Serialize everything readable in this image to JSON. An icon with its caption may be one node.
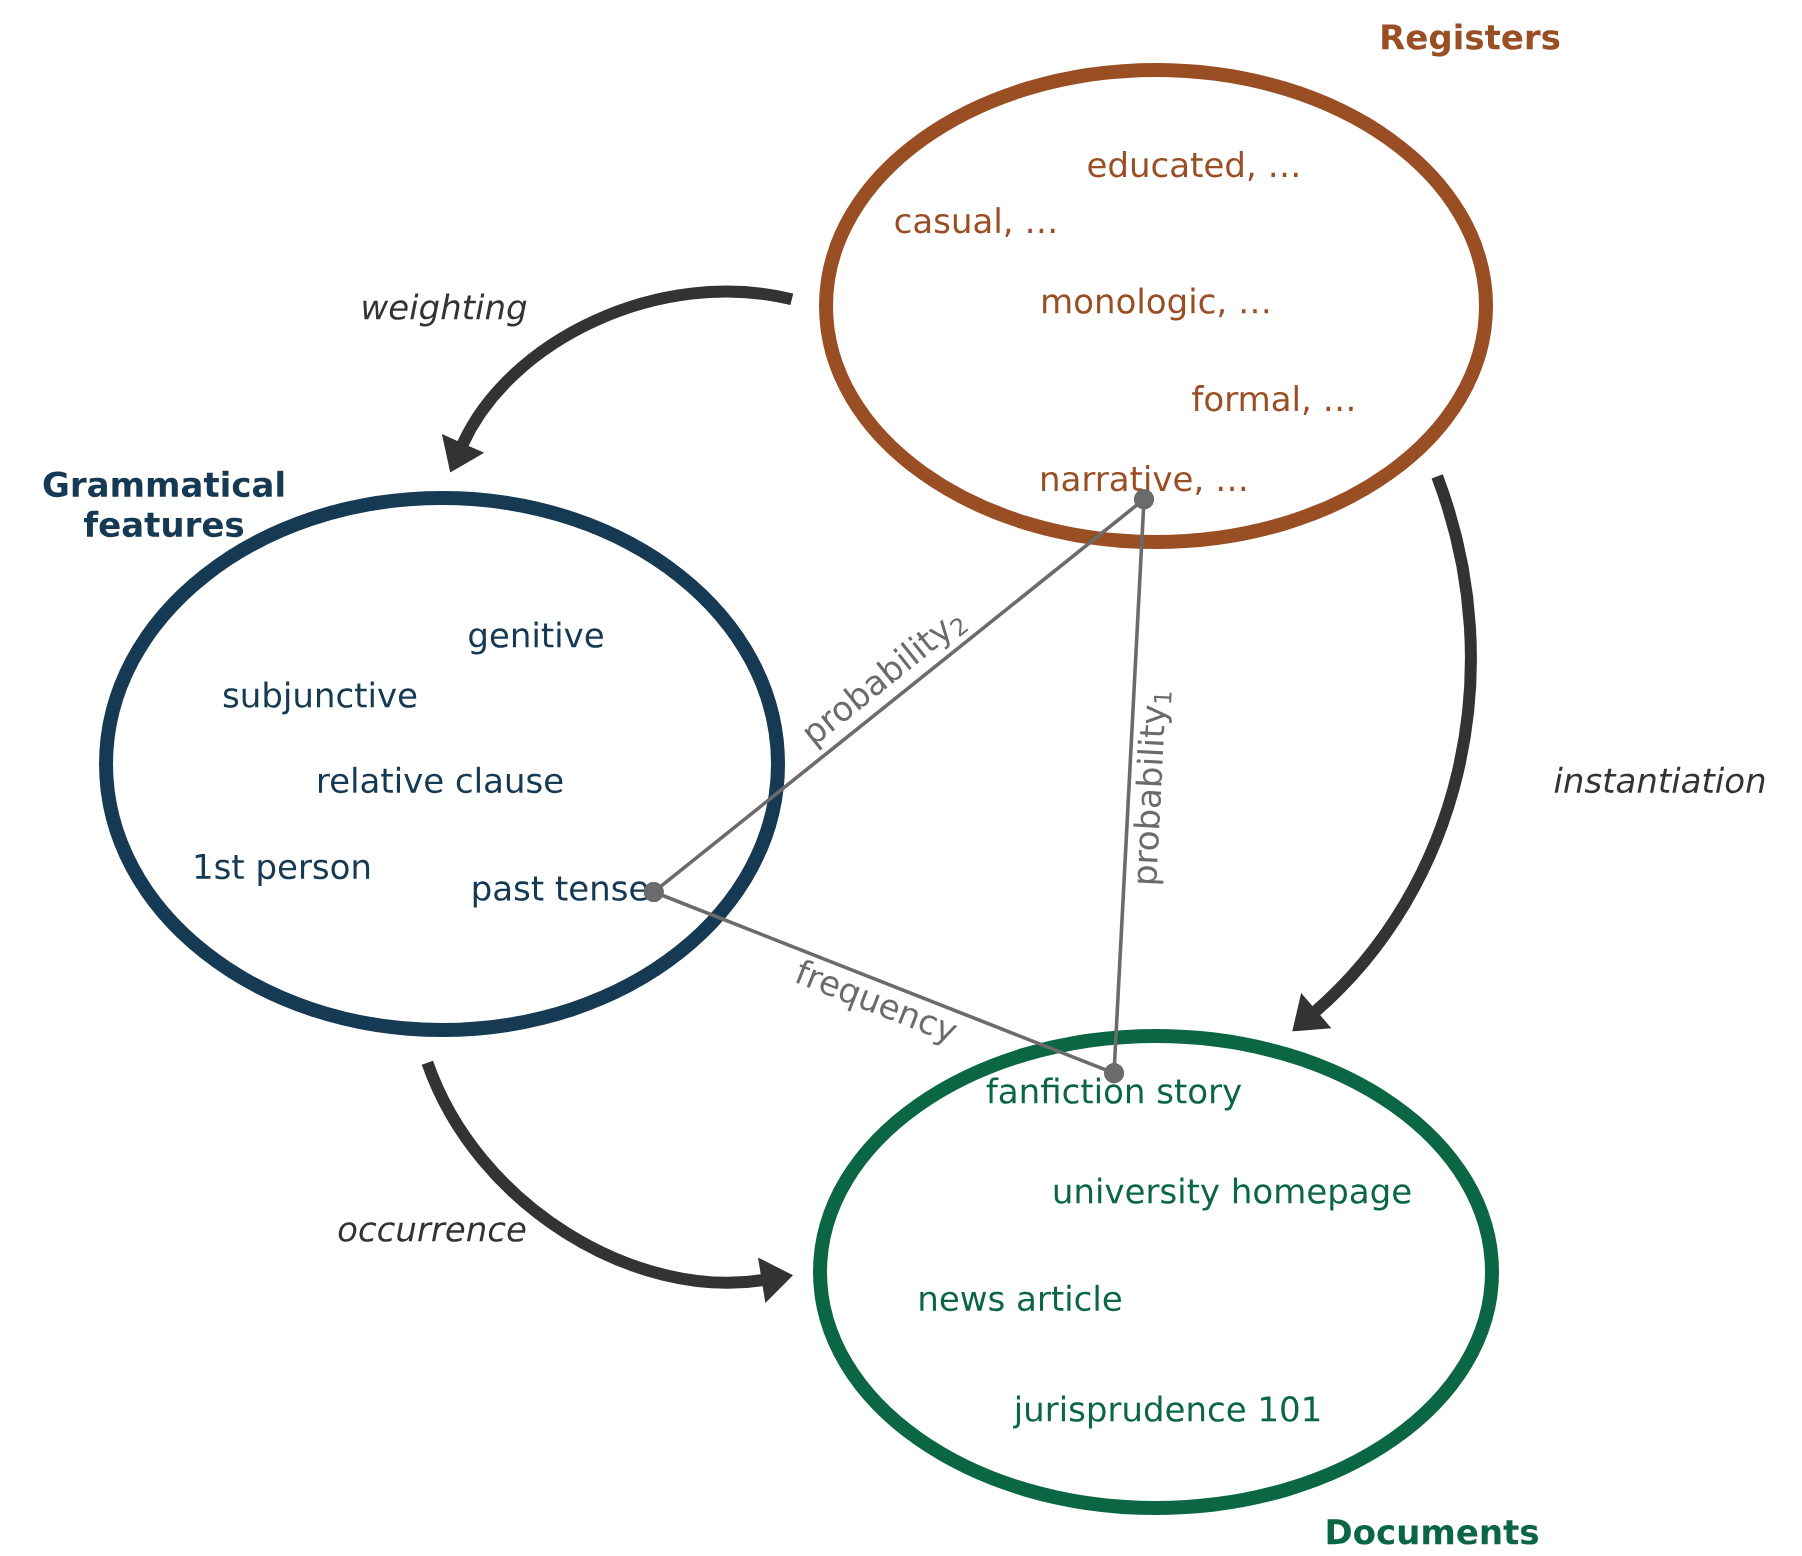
{
  "diagram": {
    "nodes": [
      {
        "text": [
          "Registers"
        ]
      },
      {
        "text": [
          "educated, …"
        ],
        "in": 0
      },
      {
        "text": [
          "casual, …"
        ],
        "in": 0
      },
      {
        "text": [
          "monologic, …"
        ],
        "in": 0
      },
      {
        "text": [
          "formal, …"
        ],
        "in": 0
      },
      {
        "text": [
          "narrative, …"
        ],
        "in": 0
      },
      {
        "text": [
          "Grammatical features"
        ]
      },
      {
        "text": [
          "genitive"
        ],
        "in": 6
      },
      {
        "text": [
          "subjunctive"
        ],
        "in": 6
      },
      {
        "text": [
          "relative clause"
        ],
        "in": 6
      },
      {
        "text": [
          "1st person"
        ],
        "in": 6
      },
      {
        "text": [
          "past tense"
        ],
        "in": 6
      },
      {
        "text": [
          "Documents"
        ]
      },
      {
        "text": [
          "fanfiction story"
        ],
        "in": 12
      },
      {
        "text": [
          "university homepage"
        ],
        "in": 12
      },
      {
        "text": [
          "news article"
        ],
        "in": 12
      },
      {
        "text": [
          "jurisprudence 101"
        ],
        "in": 12
      }
    ],
    "edges": [
      {
        "from": 0,
        "to": 6,
        "arrow": "to",
        "label": "weighting",
        "style": "thick",
        "color": "#333333"
      },
      {
        "from": 0,
        "to": 12,
        "arrow": "to",
        "label": "instantiation",
        "style": "thick",
        "color": "#333333"
      },
      {
        "from": 6,
        "to": 12,
        "arrow": "to",
        "label": "occurrence",
        "style": "thick",
        "color": "#333333"
      },
      {
        "from": 11,
        "to": 5,
        "arrow": "other",
        "label": "probability$_{2}$",
        "color": "#6b6b6b"
      },
      {
        "from": 5,
        "to": 13,
        "arrow": "other",
        "label": "probability$_{1}$",
        "color": "#6b6b6b"
      },
      {
        "from": 11,
        "to": 13,
        "arrow": "other",
        "label": "frequency",
        "color": "#6b6b6b"
      }
    ]
  }
}
